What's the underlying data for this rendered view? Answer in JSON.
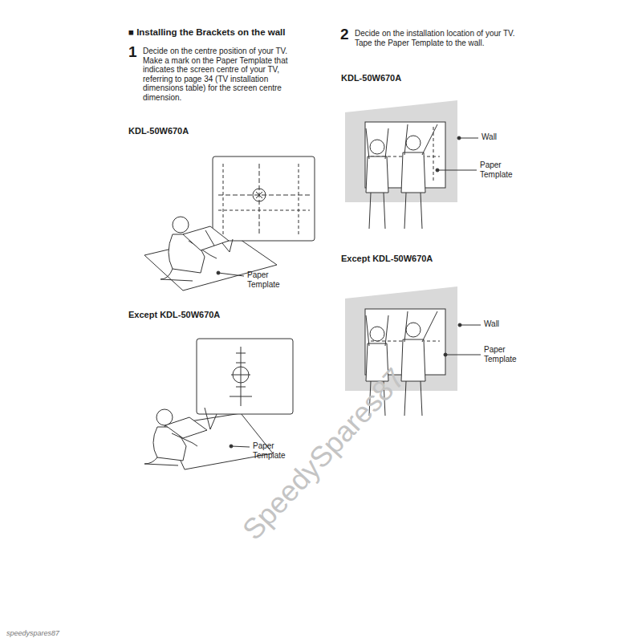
{
  "diagram": {
    "title": "■ Installing the Brackets on the wall",
    "labels": [
      "1",
      "Decide on the centre position of your TV. Make a mark on the Paper Template that indicates the screen centre of your TV, referring to page 34 (TV installation dimensions table) for the screen centre dimension.",
      "KDL-50W670A",
      "Paper Template",
      "Except KDL-50W670A",
      "Paper Template",
      "2",
      "Decide on the installation location of your TV. Tape the Paper Template to the wall.",
      "KDL-50W670A",
      "Wall",
      "Paper Template",
      "Except KDL-50W670A",
      "Wall",
      "Paper Template",
      "SpeedySpares87",
      "speedyspares87"
    ]
  }
}
